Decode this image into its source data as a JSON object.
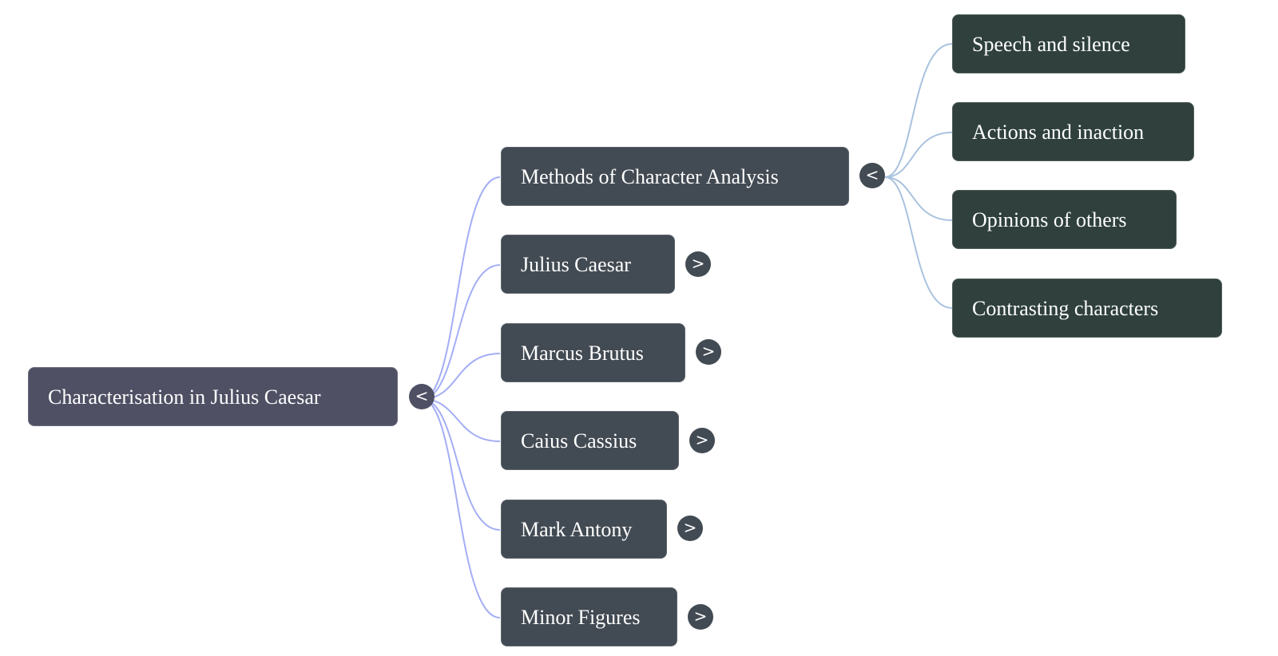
{
  "mindmap": {
    "root": {
      "label": "Characterisation in Julius Caesar",
      "toggle": "<",
      "expanded": true
    },
    "children": [
      {
        "label": "Methods of Character Analysis",
        "toggle": "<",
        "expanded": true,
        "children": [
          {
            "label": "Speech and silence"
          },
          {
            "label": "Actions and inaction"
          },
          {
            "label": "Opinions of others"
          },
          {
            "label": "Contrasting characters"
          }
        ]
      },
      {
        "label": "Julius Caesar",
        "toggle": ">",
        "expanded": false
      },
      {
        "label": "Marcus Brutus",
        "toggle": ">",
        "expanded": false
      },
      {
        "label": "Caius Cassius",
        "toggle": ">",
        "expanded": false
      },
      {
        "label": "Mark Antony",
        "toggle": ">",
        "expanded": false
      },
      {
        "label": "Minor Figures",
        "toggle": ">",
        "expanded": false
      }
    ],
    "colors": {
      "root_fill": "#4f5064",
      "level1_fill": "#424a53",
      "level2_fill": "#2f403d",
      "root_link": "#a3aef5",
      "level1_link": "#a9c2de"
    }
  }
}
